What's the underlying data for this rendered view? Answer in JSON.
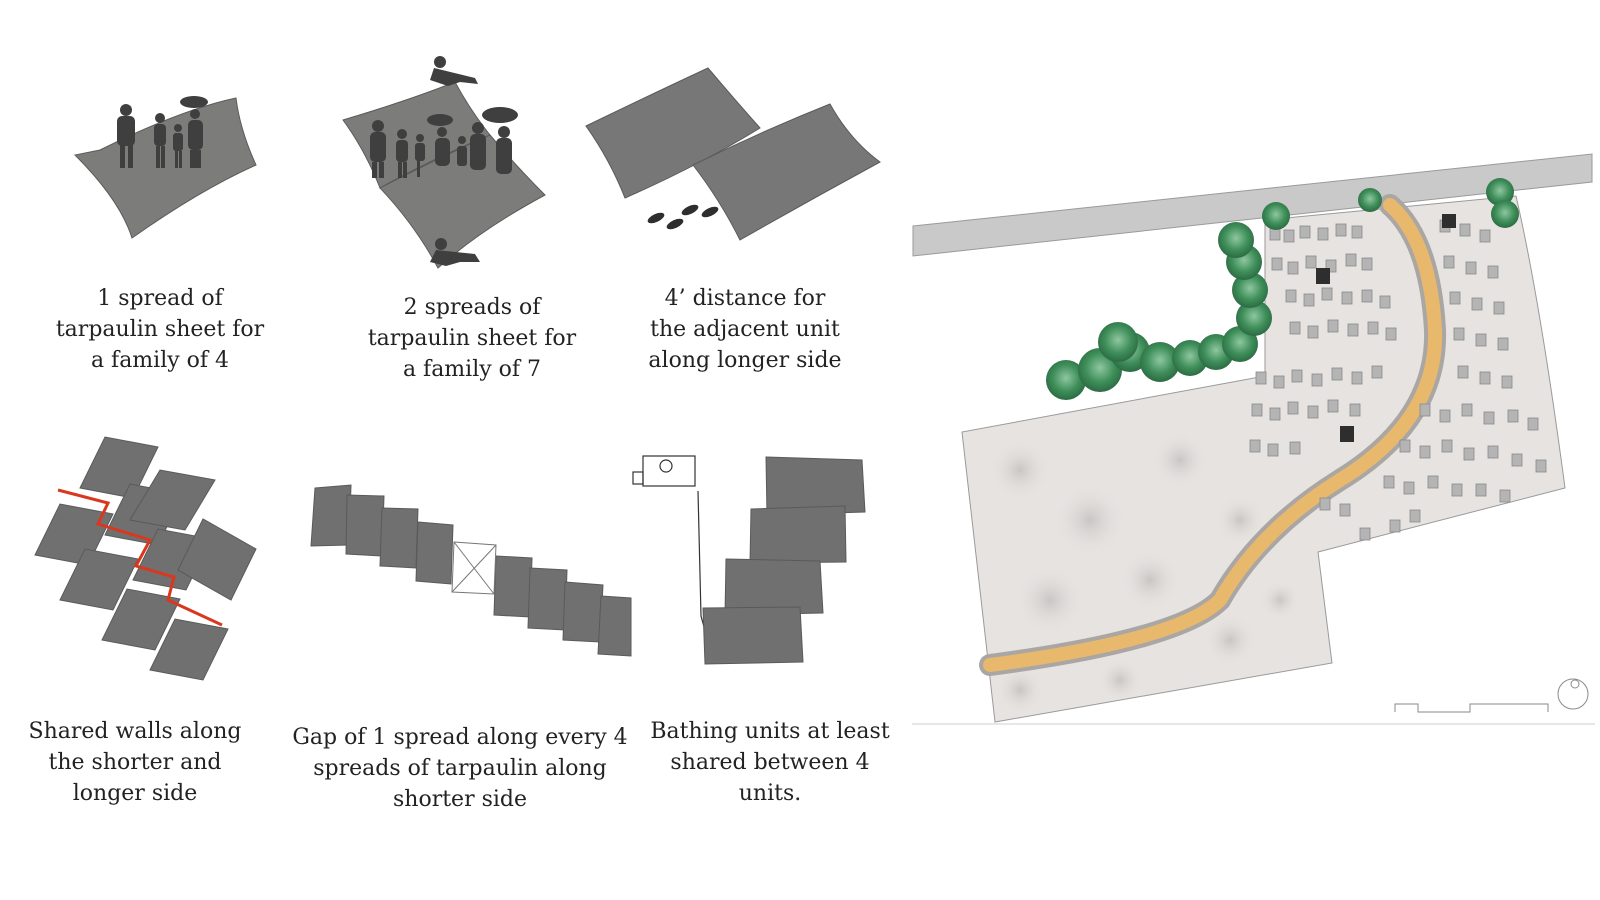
{
  "panels": [
    {
      "id": "p1",
      "lines": [
        "1 spread of",
        "tarpaulin sheet for",
        "a family of 4"
      ]
    },
    {
      "id": "p2",
      "lines": [
        "2 spreads of",
        "tarpaulin sheet for",
        "a family of  7"
      ]
    },
    {
      "id": "p3",
      "lines": [
        "4’ distance for",
        "the adjacent unit",
        "along longer side"
      ]
    },
    {
      "id": "p4",
      "lines": [
        "Shared walls along",
        "the shorter and",
        "longer side"
      ]
    },
    {
      "id": "p5",
      "lines": [
        "Gap of  1 spread along every 4",
        "spreads of  tarpaulin along",
        "shorter side"
      ]
    },
    {
      "id": "p6",
      "lines": [
        "Bathing units at least",
        "shared between 4",
        "units."
      ]
    }
  ],
  "colors": {
    "tarp": "#707070",
    "tarp_edge": "#5a5a5a",
    "silhouette": "#3f3f3f",
    "shared_wall": "#d9381e",
    "path": "#e8b86d",
    "trees": "#3f8f5a",
    "ground": "#e6e3e1",
    "road": "#c9c9c9"
  }
}
